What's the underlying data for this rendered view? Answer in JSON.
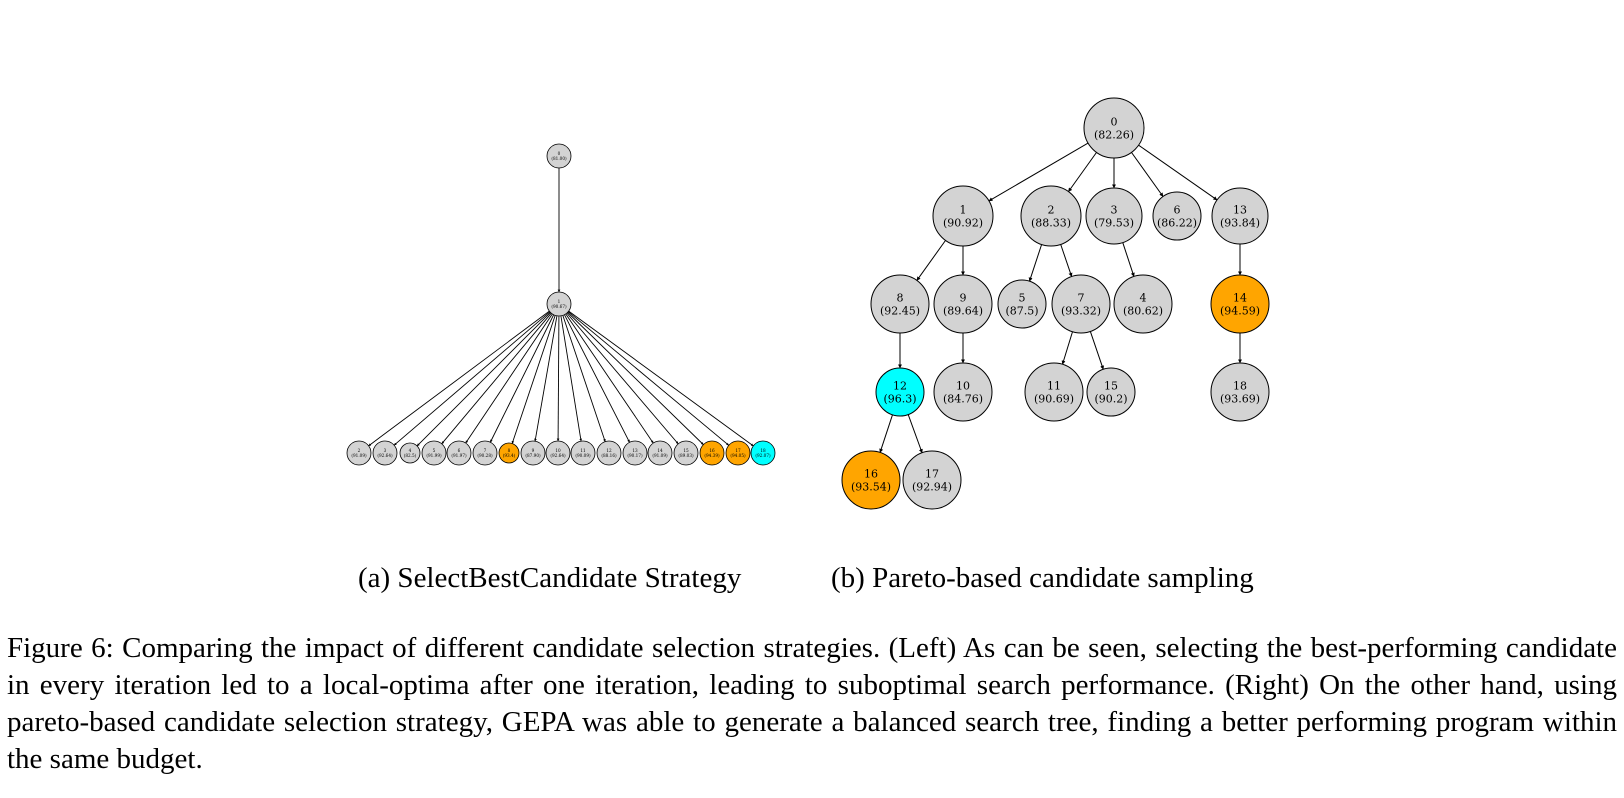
{
  "figure": {
    "caption": "Figure 6: Comparing the impact of different candidate selection strategies. (Left) As can be seen, selecting the best-performing candidate in every iteration led to a local-optima after one iteration, leading to suboptimal search performance. (Right) On the other hand, using pareto-based candidate selection strategy, GEPA was able to generate a balanced search tree, finding a better performing program within the same budget.",
    "subfigure_a": {
      "caption": "(a) SelectBestCandidate Strategy",
      "nodes": [
        {
          "id": "0",
          "score": "(81.00)",
          "color": "#d3d3d3"
        },
        {
          "id": "1",
          "score": "(90.67)",
          "color": "#d3d3d3"
        },
        {
          "id": "2",
          "score": "(91.09)",
          "color": "#d3d3d3"
        },
        {
          "id": "3",
          "score": "(92.64)",
          "color": "#d3d3d3"
        },
        {
          "id": "4",
          "score": "(82.5)",
          "color": "#d3d3d3"
        },
        {
          "id": "5",
          "score": "(91.99)",
          "color": "#d3d3d3"
        },
        {
          "id": "6",
          "score": "(91.97)",
          "color": "#d3d3d3"
        },
        {
          "id": "7",
          "score": "(90.28)",
          "color": "#d3d3d3"
        },
        {
          "id": "8",
          "score": "(93.4)",
          "color": "#ffa500"
        },
        {
          "id": "9",
          "score": "(87.90)",
          "color": "#d3d3d3"
        },
        {
          "id": "10",
          "score": "(92.64)",
          "color": "#d3d3d3"
        },
        {
          "id": "11",
          "score": "(90.09)",
          "color": "#d3d3d3"
        },
        {
          "id": "12",
          "score": "(88.16)",
          "color": "#d3d3d3"
        },
        {
          "id": "13",
          "score": "(90.17)",
          "color": "#d3d3d3"
        },
        {
          "id": "14",
          "score": "(91.09)",
          "color": "#d3d3d3"
        },
        {
          "id": "15",
          "score": "(89.03)",
          "color": "#d3d3d3"
        },
        {
          "id": "16",
          "score": "(94.39)",
          "color": "#ffa500"
        },
        {
          "id": "17",
          "score": "(94.05)",
          "color": "#ffa500"
        },
        {
          "id": "18",
          "score": "(92.07)",
          "color": "#00ffff"
        }
      ],
      "edges": [
        [
          "0",
          "1"
        ],
        [
          "1",
          "2"
        ],
        [
          "1",
          "3"
        ],
        [
          "1",
          "4"
        ],
        [
          "1",
          "5"
        ],
        [
          "1",
          "6"
        ],
        [
          "1",
          "7"
        ],
        [
          "1",
          "8"
        ],
        [
          "1",
          "9"
        ],
        [
          "1",
          "10"
        ],
        [
          "1",
          "11"
        ],
        [
          "1",
          "12"
        ],
        [
          "1",
          "13"
        ],
        [
          "1",
          "14"
        ],
        [
          "1",
          "15"
        ],
        [
          "1",
          "16"
        ],
        [
          "1",
          "17"
        ],
        [
          "1",
          "18"
        ]
      ]
    },
    "subfigure_b": {
      "caption": "(b) Pareto-based candidate sampling",
      "nodes": [
        {
          "id": "0",
          "score": "(82.26)",
          "color": "#d3d3d3"
        },
        {
          "id": "1",
          "score": "(90.92)",
          "color": "#d3d3d3"
        },
        {
          "id": "2",
          "score": "(88.33)",
          "color": "#d3d3d3"
        },
        {
          "id": "3",
          "score": "(79.53)",
          "color": "#d3d3d3"
        },
        {
          "id": "6",
          "score": "(86.22)",
          "color": "#d3d3d3"
        },
        {
          "id": "13",
          "score": "(93.84)",
          "color": "#d3d3d3"
        },
        {
          "id": "8",
          "score": "(92.45)",
          "color": "#d3d3d3"
        },
        {
          "id": "9",
          "score": "(89.64)",
          "color": "#d3d3d3"
        },
        {
          "id": "5",
          "score": "(87.5)",
          "color": "#d3d3d3"
        },
        {
          "id": "7",
          "score": "(93.32)",
          "color": "#d3d3d3"
        },
        {
          "id": "4",
          "score": "(80.62)",
          "color": "#d3d3d3"
        },
        {
          "id": "14",
          "score": "(94.59)",
          "color": "#ffa500"
        },
        {
          "id": "12",
          "score": "(96.3)",
          "color": "#00ffff"
        },
        {
          "id": "10",
          "score": "(84.76)",
          "color": "#d3d3d3"
        },
        {
          "id": "11",
          "score": "(90.69)",
          "color": "#d3d3d3"
        },
        {
          "id": "15",
          "score": "(90.2)",
          "color": "#d3d3d3"
        },
        {
          "id": "18",
          "score": "(93.69)",
          "color": "#d3d3d3"
        },
        {
          "id": "16",
          "score": "(93.54)",
          "color": "#ffa500"
        },
        {
          "id": "17",
          "score": "(92.94)",
          "color": "#d3d3d3"
        }
      ],
      "edges": [
        [
          "0",
          "1"
        ],
        [
          "0",
          "2"
        ],
        [
          "0",
          "3"
        ],
        [
          "0",
          "6"
        ],
        [
          "0",
          "13"
        ],
        [
          "1",
          "8"
        ],
        [
          "1",
          "9"
        ],
        [
          "2",
          "5"
        ],
        [
          "2",
          "7"
        ],
        [
          "3",
          "4"
        ],
        [
          "13",
          "14"
        ],
        [
          "8",
          "12"
        ],
        [
          "9",
          "10"
        ],
        [
          "7",
          "11"
        ],
        [
          "7",
          "15"
        ],
        [
          "14",
          "18"
        ],
        [
          "12",
          "16"
        ],
        [
          "12",
          "17"
        ]
      ]
    }
  }
}
